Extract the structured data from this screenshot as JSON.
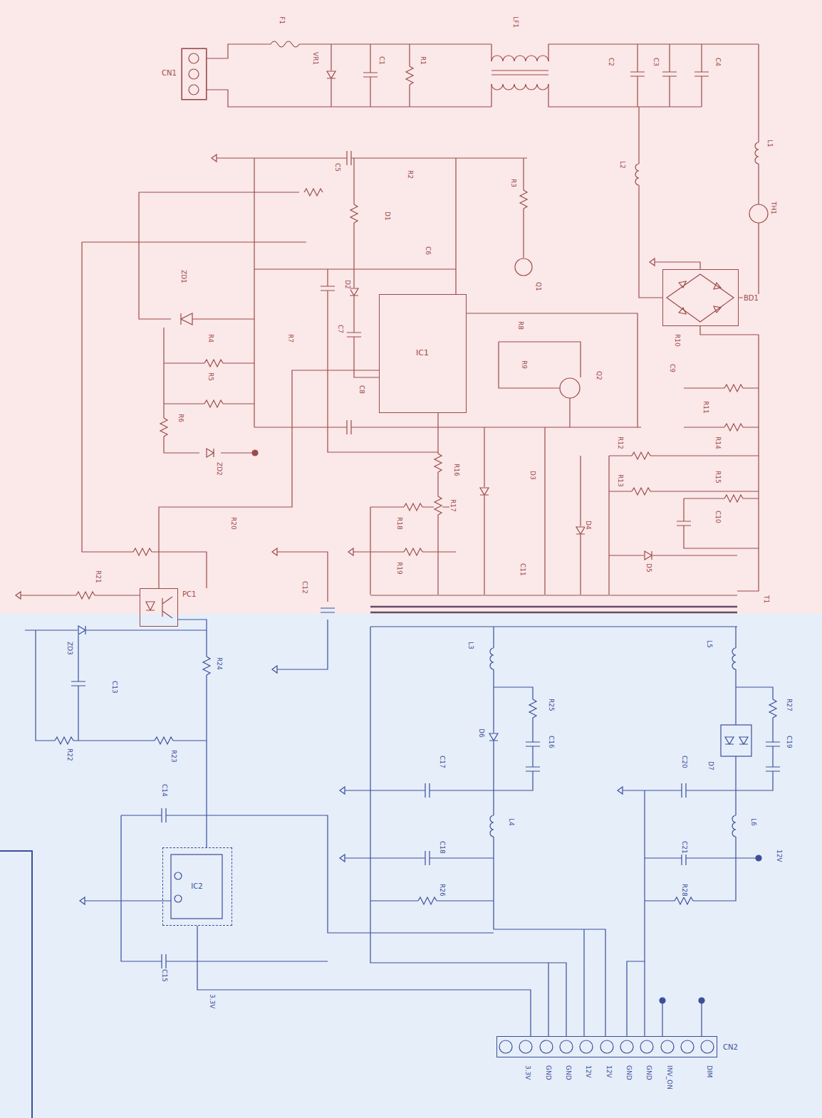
{
  "diagram": {
    "nodes": [
      {
        "text": [
          "CN1"
        ]
      },
      {
        "text": [
          "IC1"
        ]
      },
      {
        "text": [
          "BD1"
        ]
      },
      {
        "text": [
          "PC1"
        ]
      },
      {
        "text": [
          "IC2"
        ]
      },
      {
        "text": [
          "CN2"
        ]
      }
    ],
    "edges": [
      {
        "from": 4,
        "to": 5,
        "arrow": "none"
      },
      {
        "from": 3,
        "to": 1,
        "arrow": "none"
      }
    ],
    "labels": [
      "F1",
      "VR1",
      "C1",
      "R1",
      "LF1",
      "C2",
      "C3",
      "C4",
      "L1",
      "TH1",
      "L2",
      "C5",
      "R2",
      "D1",
      "R3",
      "Q1",
      "C6",
      "ZD1",
      "R4",
      "R5",
      "R6",
      "ZD2",
      "D2",
      "C7",
      "R7",
      "C8",
      "R8",
      "R9",
      "Q2",
      "R10",
      "C9",
      "R11",
      "R12",
      "R13",
      "R14",
      "R15",
      "C10",
      "D3",
      "R16",
      "R17",
      "D4",
      "D5",
      "R18",
      "R19",
      "C11",
      "R20",
      "R21",
      "C12",
      "T1",
      "ZD3",
      "C13",
      "R22",
      "R23",
      "R24",
      "C14",
      "C15",
      "3.3V",
      "L3",
      "D6",
      "R25",
      "C16",
      "C17",
      "L4",
      "C18",
      "R26",
      "L5",
      "D7",
      "R27",
      "C19",
      "C20",
      "L6",
      "C21",
      "R28",
      "12V",
      "3.3V",
      "GND",
      "GND",
      "12V",
      "12V",
      "GND",
      "GND",
      "INV_ON",
      "DIM"
    ]
  }
}
